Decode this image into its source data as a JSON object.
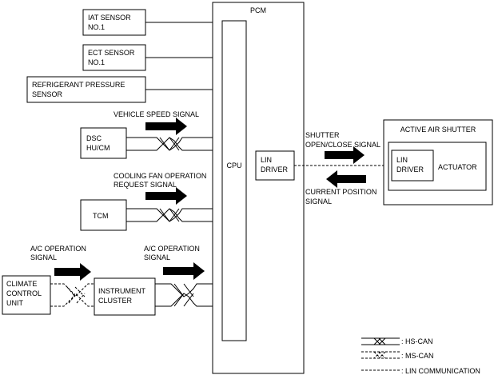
{
  "pcm": {
    "title": "PCM",
    "cpu": "CPU",
    "lin_driver": [
      "LIN",
      "DRIVER"
    ]
  },
  "sensors": {
    "iat": [
      "IAT SENSOR",
      "NO.1"
    ],
    "ect": [
      "ECT SENSOR",
      "NO.1"
    ],
    "refrigerant": [
      "REFRIGERANT PRESSURE",
      "SENSOR"
    ]
  },
  "modules": {
    "dsc": [
      "DSC",
      "HU/CM"
    ],
    "tcm": "TCM",
    "climate": [
      "CLIMATE",
      "CONTROL",
      "UNIT"
    ],
    "instrument": [
      "INSTRUMENT",
      "CLUSTER"
    ]
  },
  "signals": {
    "vehicle_speed": "VEHICLE SPEED SIGNAL",
    "cooling_fan": [
      "COOLING FAN OPERATION",
      "REQUEST SIGNAL"
    ],
    "ac_operation_left": [
      "A/C OPERATION",
      "SIGNAL"
    ],
    "ac_operation_right": [
      "A/C OPERATION",
      "SIGNAL"
    ],
    "shutter": [
      "SHUTTER",
      "OPEN/CLOSE SIGNAL"
    ],
    "current_position": [
      "CURRENT POSITION",
      "SIGNAL"
    ]
  },
  "active_air_shutter": {
    "title": "ACTIVE AIR SHUTTER",
    "lin_driver": [
      "LIN",
      "DRIVER"
    ],
    "actuator": "ACTUATOR"
  },
  "legend": {
    "hs_can": ": HS-CAN",
    "ms_can": ": MS-CAN",
    "lin": ": LIN COMMUNICATION"
  }
}
